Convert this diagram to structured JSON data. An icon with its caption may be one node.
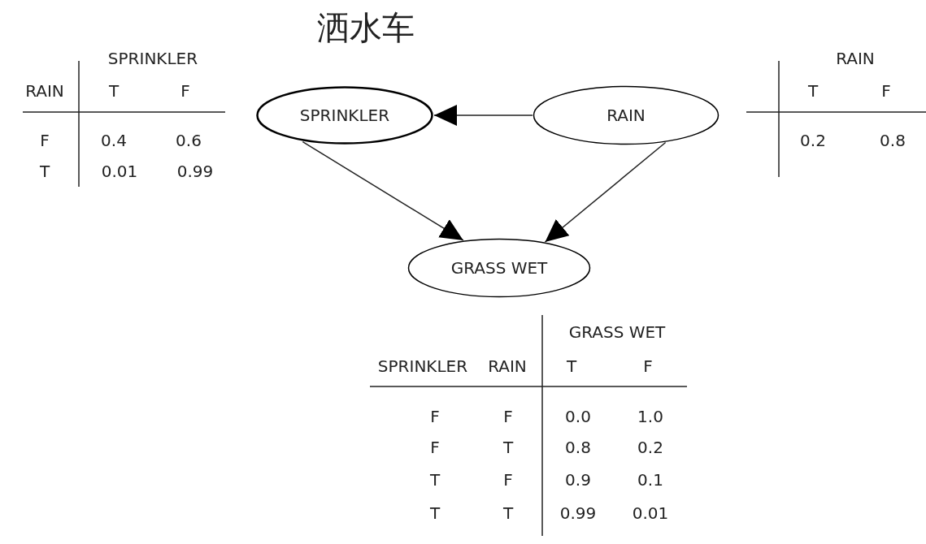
{
  "diagram": {
    "title": "洒水车",
    "nodes": [
      {
        "text": [
          "SPRINKLER"
        ]
      },
      {
        "text": [
          "RAIN"
        ]
      },
      {
        "text": [
          "GRASS WET"
        ]
      }
    ],
    "edges": [
      {
        "from": 1,
        "to": 0,
        "arrow": "to"
      },
      {
        "from": 0,
        "to": 2,
        "arrow": "to"
      },
      {
        "from": 1,
        "to": 2,
        "arrow": "to"
      }
    ],
    "labels": [
      "SPRINKLER",
      "RAIN",
      "T",
      "F",
      "F",
      "0.4",
      "0.6",
      "T",
      "0.01",
      "0.99",
      "RAIN",
      "T",
      "F",
      "0.2",
      "0.8",
      "GRASS WET",
      "SPRINKLER",
      "RAIN",
      "T",
      "F",
      "F",
      "F",
      "0.0",
      "1.0",
      "F",
      "T",
      "0.8",
      "0.2",
      "T",
      "F",
      "0.9",
      "0.1",
      "T",
      "T",
      "0.99",
      "0.01"
    ]
  }
}
